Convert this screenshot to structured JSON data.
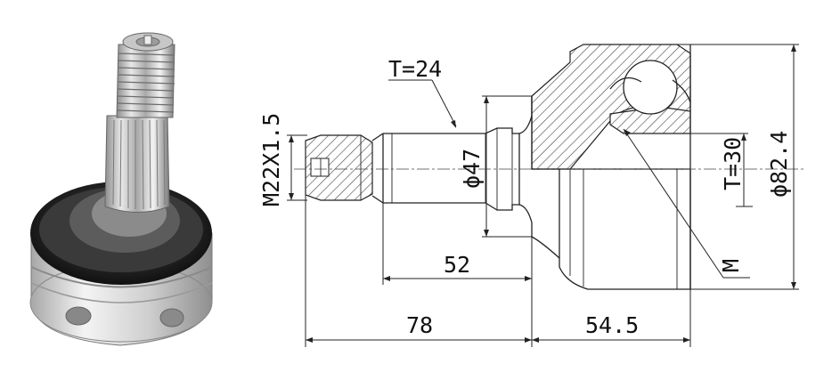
{
  "product_photo": {
    "subject": "cv-joint-photo"
  },
  "drawing": {
    "thread_spec": "M22X1.5",
    "flank_length": "T=24",
    "shaft_diameter": "ϕ47",
    "bell_length": "T=30",
    "outer_diameter": "ϕ82.4",
    "mark_label": "M",
    "length_52": "52",
    "length_78": "78",
    "length_54_5": "54.5"
  }
}
